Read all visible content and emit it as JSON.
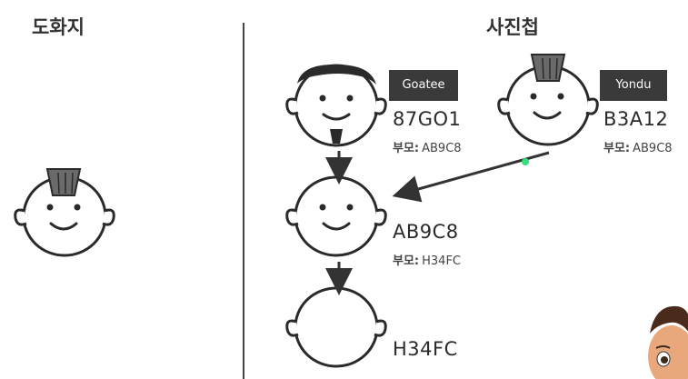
{
  "left_panel": {
    "heading": "도화지"
  },
  "right_panel": {
    "heading": "사진첩"
  },
  "nodes": [
    {
      "id": "87GO1",
      "parent_label": "부모:",
      "parent": "AB9C8",
      "tag": "Goatee"
    },
    {
      "id": "B3A12",
      "parent_label": "부모:",
      "parent": "AB9C8",
      "tag": "Yondu"
    },
    {
      "id": "AB9C8",
      "parent_label": "부모:",
      "parent": "H34FC"
    },
    {
      "id": "H34FC"
    }
  ],
  "colors": {
    "text": "#333333",
    "tag_bg": "#3a3a3a",
    "tag_text": "#ffffff",
    "pointer": "#33dd77"
  },
  "icons": [
    "face-mohawk-icon",
    "face-goatee-icon",
    "face-plain-icon",
    "face-bald-icon",
    "memoji-avatar-icon"
  ]
}
